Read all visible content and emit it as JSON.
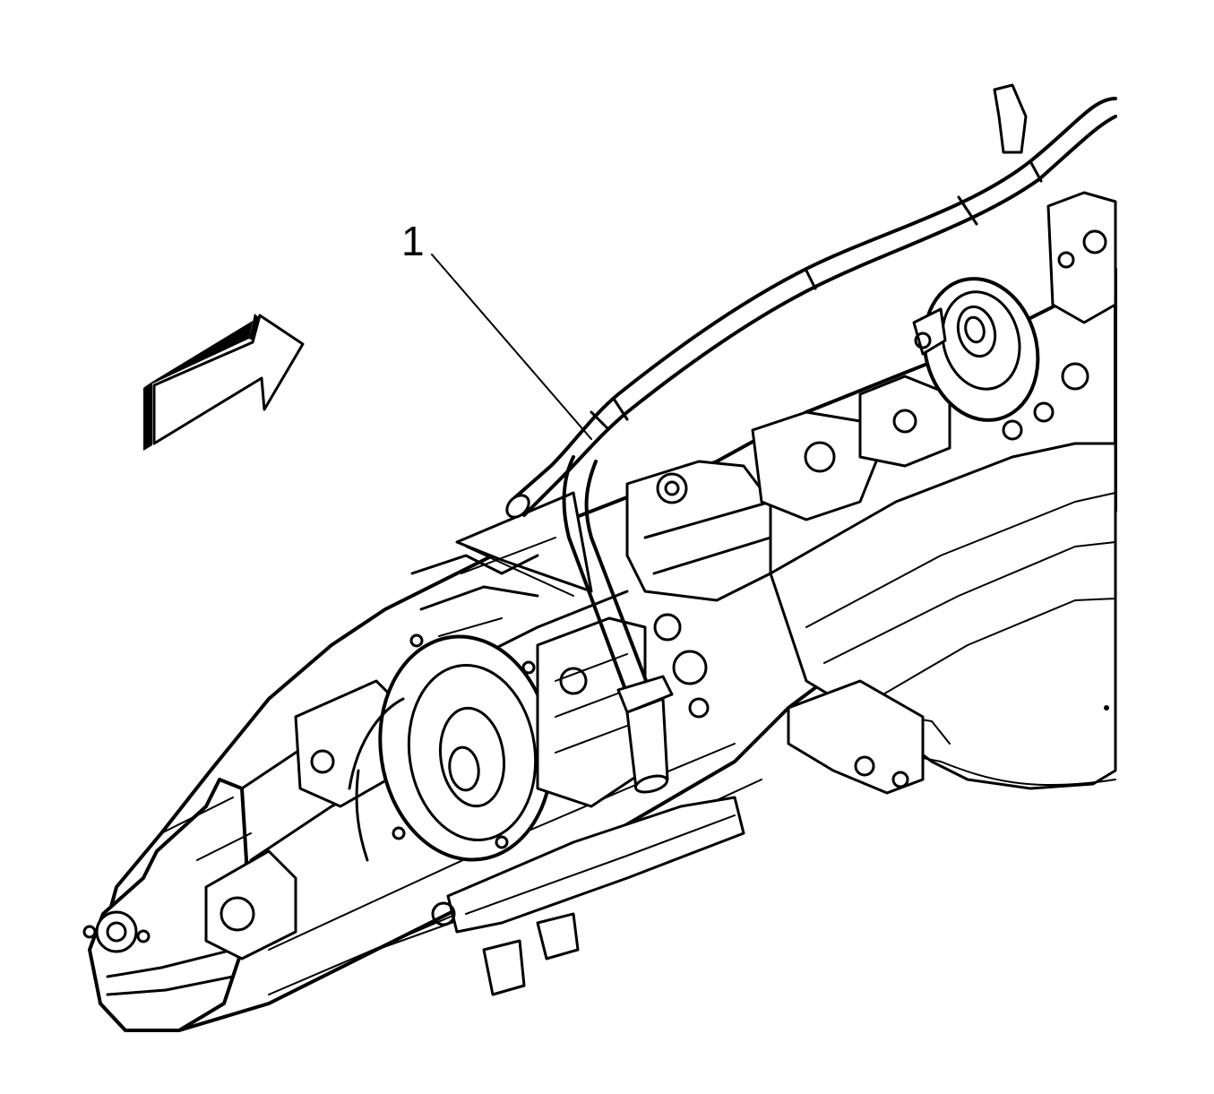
{
  "callouts": [
    {
      "label": "1"
    }
  ],
  "icons": {
    "direction_arrow": "front-direction-arrow-icon",
    "assembly": "transmission-assembly-illustration",
    "component": "vent-hose-component"
  },
  "colors": {
    "line": "#000000",
    "background": "#ffffff"
  }
}
